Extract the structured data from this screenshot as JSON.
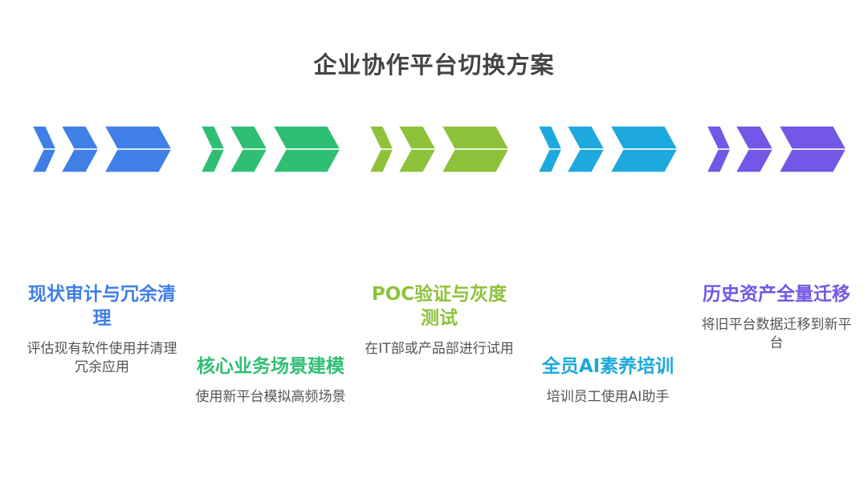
{
  "title": "企业协作平台切换方案",
  "stages": [
    {
      "title": "现状审计与冗余清理",
      "description": "评估现有软件使用并清理冗余应用",
      "color": "#3F7FE6"
    },
    {
      "title": "核心业务场景建模",
      "description": "使用新平台模拟高频场景",
      "color": "#2FBF74"
    },
    {
      "title": "POC验证与灰度测试",
      "description": "在IT部或产品部进行试用",
      "color": "#8DC23A"
    },
    {
      "title": "全员AI素养培训",
      "description": "培训员工使用AI助手",
      "color": "#1DA9DD"
    },
    {
      "title": "历史资产全量迁移",
      "description": "将旧平台数据迁移到新平台",
      "color": "#7357E6"
    }
  ]
}
